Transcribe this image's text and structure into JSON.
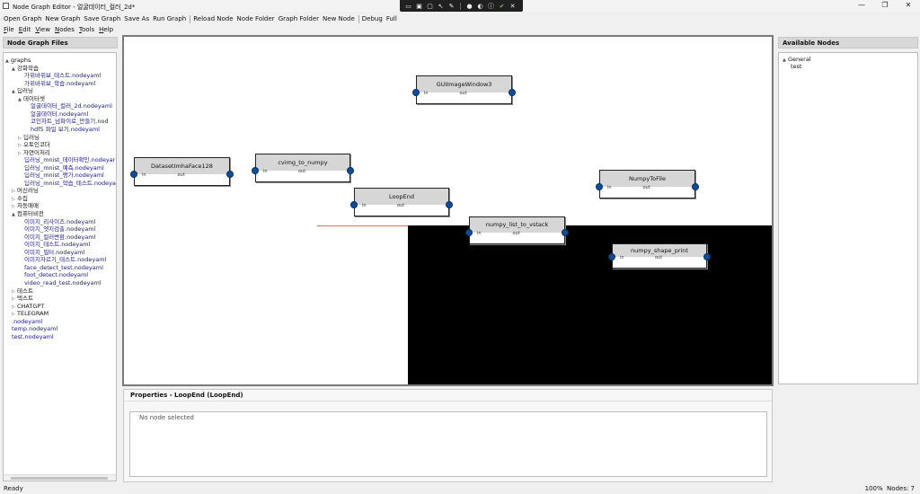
{
  "window": {
    "title": "Node Graph Editor - 얼굴데이터_컬러_2d*",
    "min": "—",
    "max": "❐",
    "close": "✕"
  },
  "toolbar": [
    "Open Graph",
    "New Graph",
    "Save Graph",
    "Save As",
    "Run Graph",
    "Reload Node",
    "Node Folder",
    "Graph Folder",
    "New Node",
    "Debug",
    "Full"
  ],
  "menu": [
    {
      "u": "F",
      "r": "ile"
    },
    {
      "u": "E",
      "r": "dit"
    },
    {
      "u": "V",
      "r": "iew"
    },
    {
      "u": "N",
      "r": "odes"
    },
    {
      "u": "T",
      "r": "ools"
    },
    {
      "u": "H",
      "r": "elp"
    }
  ],
  "left_panel": {
    "title": "Node Graph Files",
    "tree": [
      {
        "label": "graphs",
        "depth": 0,
        "arrow": "▲"
      },
      {
        "label": "강화학습",
        "depth": 1,
        "arrow": "▲"
      },
      {
        "label": "가위바위보_테스트.nodeyaml",
        "depth": 3,
        "file": true
      },
      {
        "label": "가위바위보_학습.nodeyaml",
        "depth": 3,
        "file": true
      },
      {
        "label": "딥러닝",
        "depth": 1,
        "arrow": "▲"
      },
      {
        "label": "데이터셋",
        "depth": 2,
        "arrow": "▲"
      },
      {
        "label": "얼굴데이터_컬러_2d.nodeyaml",
        "depth": 4,
        "file": true
      },
      {
        "label": "얼굴데이터.nodeyaml",
        "depth": 4,
        "file": true
      },
      {
        "label": "코인차트_넘파이로_만들기.nod",
        "depth": 4,
        "file": true
      },
      {
        "label": "hdf5 파일 보기.nodeyaml",
        "depth": 4,
        "file": true
      },
      {
        "label": "딥러닝",
        "depth": 2,
        "arrow": "▷"
      },
      {
        "label": "오토인코더",
        "depth": 2,
        "arrow": "▷"
      },
      {
        "label": "자연어처리",
        "depth": 2,
        "arrow": "▷"
      },
      {
        "label": "딥러닝_mnist_데이터확인.nodeyar",
        "depth": 3,
        "file": true
      },
      {
        "label": "딥러닝_mnist_예측.nodeyaml",
        "depth": 3,
        "file": true
      },
      {
        "label": "딥러닝_mnist_평가.nodeyaml",
        "depth": 3,
        "file": true
      },
      {
        "label": "딥러닝_mnist_학습_테스트.nodeya",
        "depth": 3,
        "file": true
      },
      {
        "label": "머신러닝",
        "depth": 1,
        "arrow": "▷"
      },
      {
        "label": "수집",
        "depth": 1,
        "arrow": "▷"
      },
      {
        "label": "자동매매",
        "depth": 1,
        "arrow": "▷"
      },
      {
        "label": "컴퓨터비전",
        "depth": 1,
        "arrow": "▲"
      },
      {
        "label": "이미지_리사이즈.nodeyaml",
        "depth": 3,
        "file": true
      },
      {
        "label": "이미지_엣지검출.nodeyaml",
        "depth": 3,
        "file": true
      },
      {
        "label": "이미지_컬러변환.nodeyaml",
        "depth": 3,
        "file": true
      },
      {
        "label": "이미지_테스트.nodeyaml",
        "depth": 3,
        "file": true
      },
      {
        "label": "이미지_필터.nodeyaml",
        "depth": 3,
        "file": true
      },
      {
        "label": "이미지자르기_테스트.nodeyaml",
        "depth": 3,
        "file": true
      },
      {
        "label": "face_detect_test.nodeyaml",
        "depth": 3,
        "file": true
      },
      {
        "label": "foot_detect.nodeyaml",
        "depth": 3,
        "file": true
      },
      {
        "label": "video_read_test.nodeyaml",
        "depth": 3,
        "file": true
      },
      {
        "label": "테스트",
        "depth": 1,
        "arrow": "▷"
      },
      {
        "label": "텍스트",
        "depth": 1,
        "arrow": "▷"
      },
      {
        "label": "CHATGPT",
        "depth": 1,
        "arrow": "▷"
      },
      {
        "label": "TELEGRAM",
        "depth": 1,
        "arrow": "▷"
      },
      {
        "label": ".nodeyaml",
        "depth": 1,
        "file": true
      },
      {
        "label": "temp.nodeyaml",
        "depth": 1,
        "file": true
      },
      {
        "label": "test.nodeyaml",
        "depth": 1,
        "file": true
      }
    ]
  },
  "nodes": [
    {
      "title": "DatasetImhaFace128",
      "in": "in",
      "out": "out"
    },
    {
      "title": "cvimg_to_numpy",
      "in": "in",
      "out": "out"
    },
    {
      "title": "GUIImageWindow3",
      "in": "in",
      "out": "out"
    },
    {
      "title": "LoopEnd",
      "in": "in",
      "out": "out"
    },
    {
      "title": "numpy_list_to_vstack",
      "in": "in",
      "out": "out"
    },
    {
      "title": "NumpyToFile",
      "in": "in",
      "out": "out"
    },
    {
      "title": "numpy_shape_print",
      "in": "in",
      "out": "out"
    }
  ],
  "properties": {
    "title": "Properties - LoopEnd (LoopEnd)",
    "empty": "No node selected"
  },
  "right_panel": {
    "title": "Available Nodes",
    "tree": [
      {
        "label": "General",
        "arrow": "▲"
      },
      {
        "label": "test"
      }
    ]
  },
  "status": {
    "left": "Ready",
    "zoom": "100%",
    "nodes": "Nodes: 7"
  }
}
